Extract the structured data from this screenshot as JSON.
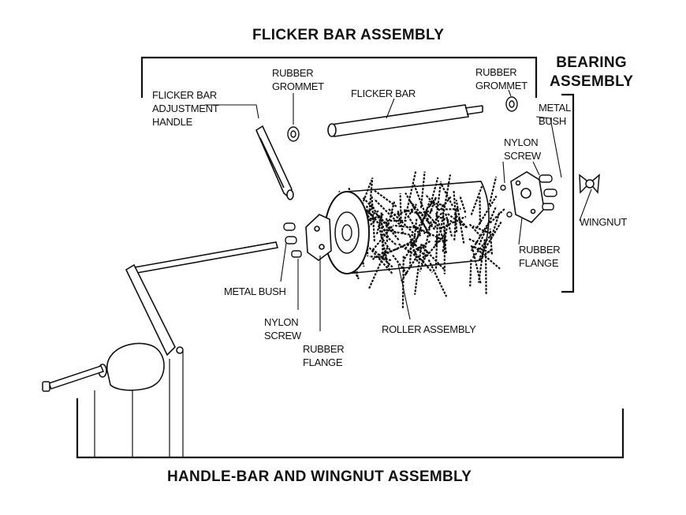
{
  "titles": {
    "flicker_bar_assembly": "FLICKER BAR ASSEMBLY",
    "bearing_assembly": "BEARING\nASSEMBLY",
    "handle_bar_assembly": "HANDLE-BAR AND WINGNUT ASSEMBLY"
  },
  "labels": {
    "flicker_bar_adjustment_handle": "FLICKER BAR\nADJUSTMENT\nHANDLE",
    "rubber_grommet_left": "RUBBER\nGROMMET",
    "flicker_bar": "FLICKER BAR",
    "rubber_grommet_right": "RUBBER\nGROMMET",
    "metal_bush_right": "METAL\nBUSH",
    "nylon_screw_right": "NYLON\nSCREW",
    "wingnut": "WINGNUT",
    "rubber_flange_right": "RUBBER\nFLANGE",
    "metal_bush_left": "METAL BUSH",
    "nylon_screw_left": "NYLON\nSCREW",
    "rubber_flange_left": "RUBBER\nFLANGE",
    "roller_assembly": "ROLLER ASSEMBLY"
  },
  "colors": {
    "ink": "#111111",
    "background": "#ffffff"
  }
}
